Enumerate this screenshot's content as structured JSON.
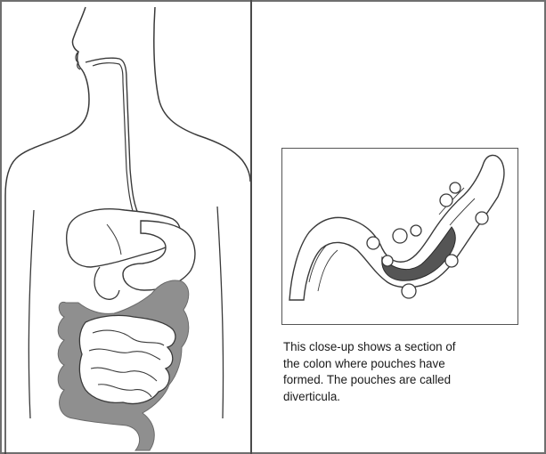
{
  "caption": "This close-up shows a section of\nthe colon where pouches have\nformed.  The pouches are called\ndiverticula.",
  "colors": {
    "outline": "#3a3a3a",
    "colon_fill": "#8f8f8f",
    "organ_fill": "#ffffff",
    "border": "#6f6f6f"
  },
  "icons": [
    "human-torso-outline",
    "digestive-system",
    "colon-closeup"
  ]
}
